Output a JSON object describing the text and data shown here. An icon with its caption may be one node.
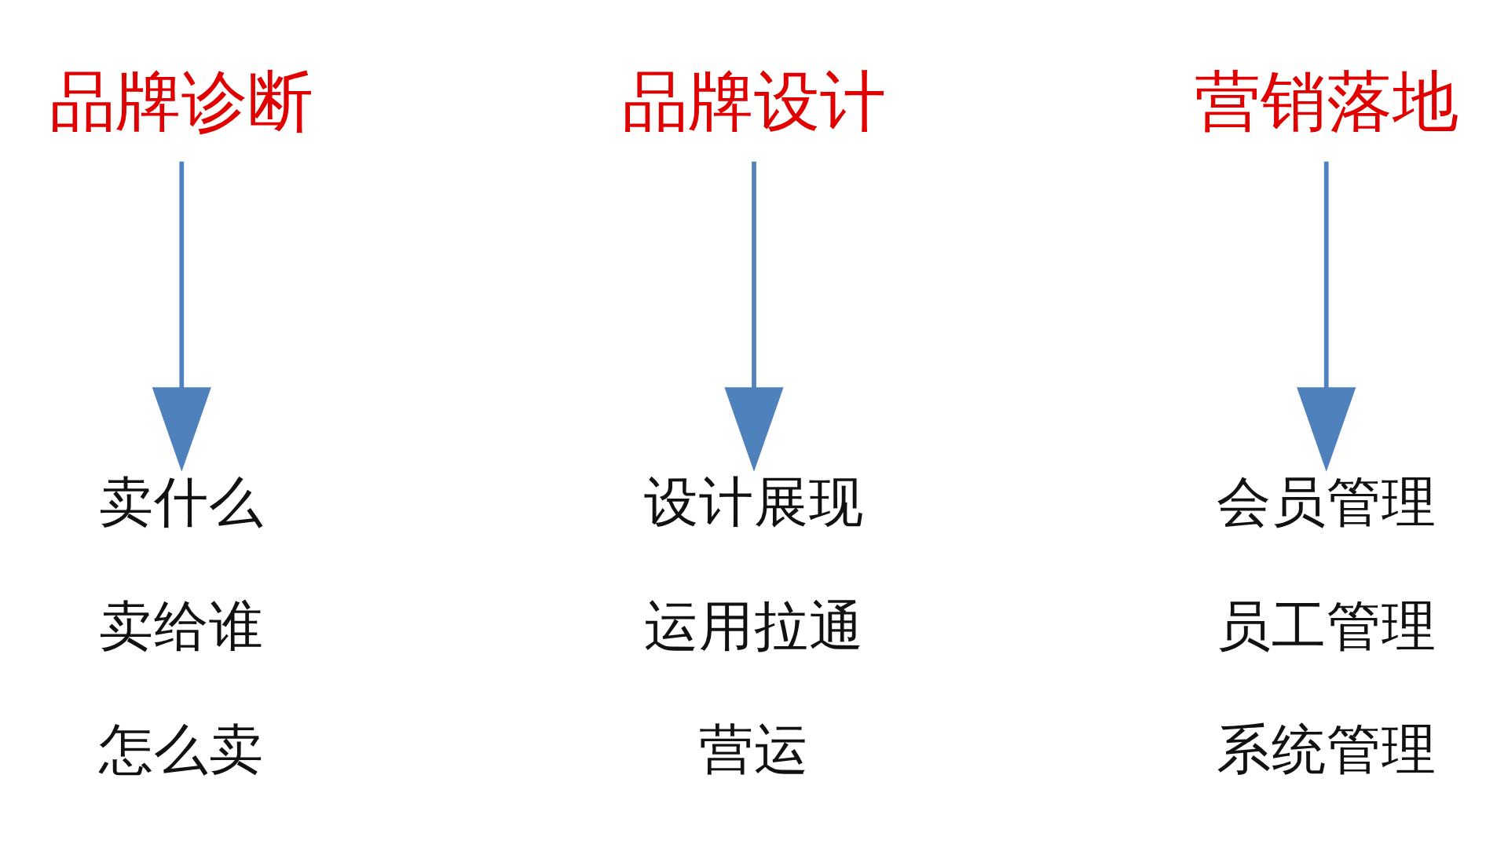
{
  "diagram": {
    "nodes": [
      {
        "text": [
          "品牌诊断"
        ]
      },
      {
        "text": [
          "品牌设计"
        ]
      },
      {
        "text": [
          "营销落地"
        ]
      },
      {
        "text": [
          "卖什么",
          "卖给谁",
          "怎么卖"
        ]
      },
      {
        "text": [
          "设计展现",
          "运用拉通",
          "营运"
        ]
      },
      {
        "text": [
          "会员管理",
          "员工管理",
          "系统管理"
        ]
      }
    ],
    "edges": [
      {
        "from": 0,
        "to": 3,
        "arrow": "to"
      },
      {
        "from": 1,
        "to": 4,
        "arrow": "to"
      },
      {
        "from": 2,
        "to": 5,
        "arrow": "to"
      }
    ]
  }
}
